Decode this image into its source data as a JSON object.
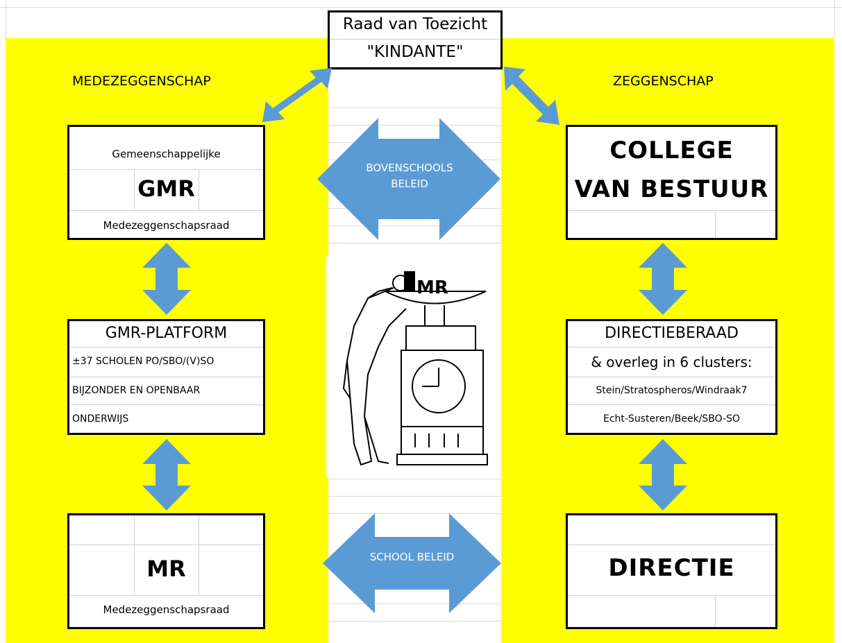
{
  "top_box": {
    "line1": "Raad van Toezicht",
    "line2": "\"KINDANTE\""
  },
  "left_header": "MEDEZEGGENSCHAP",
  "right_header": "ZEGGENSCHAP",
  "gmr_box": {
    "top": "Gemeenschappelijke",
    "main": "GMR",
    "bottom": "Medezeggenschapsraad"
  },
  "college_box": {
    "line1": "COLLEGE",
    "line2": "VAN BESTUUR"
  },
  "bovenschools": {
    "line1": "BOVENSCHOOLS",
    "line2": "BELEID"
  },
  "platform_box": {
    "title": "GMR-PLATFORM",
    "row1": "±37 SCHOLEN PO/SBO/(V)SO",
    "row2": "BIJZONDER EN OPENBAAR",
    "row3": "ONDERWIJS"
  },
  "directieberaad_box": {
    "title": "DIRECTIEBERAAD",
    "row1": "& overleg in 6 clusters:",
    "row2": "Stein/Stratospheros/Windraak7",
    "row3": "Echt-Susteren/Beek/SBO-SO"
  },
  "mr_box": {
    "main": "MR",
    "bottom": "Medezeggenschapsraad"
  },
  "school_beleid": "SCHOOL BELEID",
  "directie_box": {
    "main": "DIRECTIE"
  },
  "illustration_text": "MR",
  "colors": {
    "yellow": "#ffff00",
    "arrow": "#5b9bd5",
    "border": "#000000"
  }
}
